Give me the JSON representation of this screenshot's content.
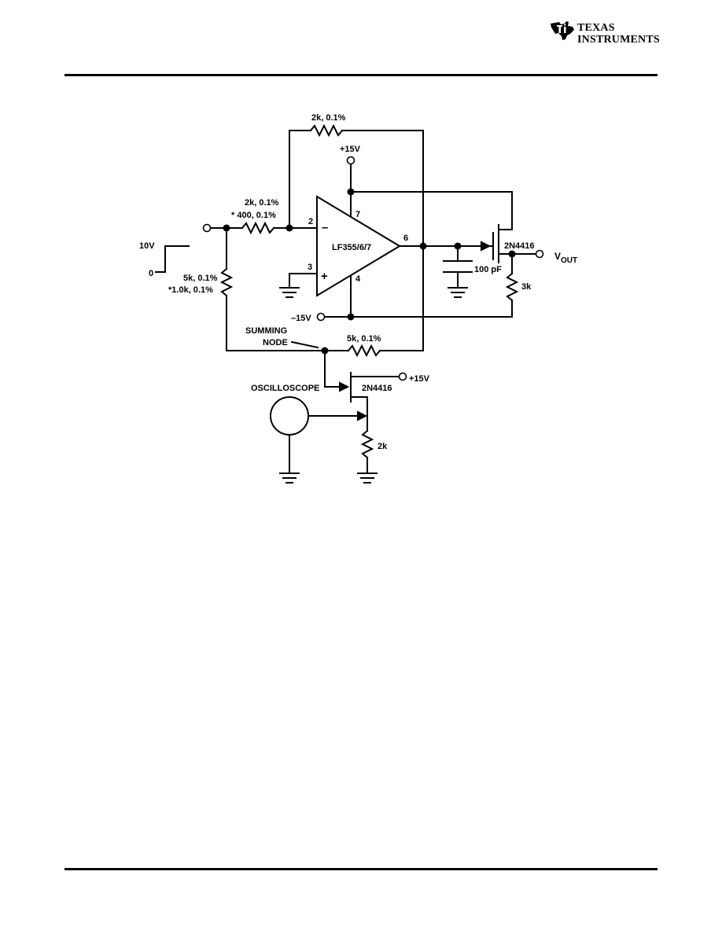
{
  "header": {
    "logo": {
      "line1": "Texas",
      "line2": "Instruments",
      "icon": "ti-state-logo-icon"
    }
  },
  "schematic": {
    "labels": {
      "feedback_resistor": "2k, 0.1%",
      "supply_pos_top": "+15V",
      "input_resistor_a": "2k, 0.1%",
      "input_resistor_b": "* 400, 0.1%",
      "pin2": "2",
      "minus": "–",
      "pin7": "7",
      "opamp": "LF355/6/7",
      "pin6": "6",
      "pin3": "3",
      "plus": "+",
      "pin4": "4",
      "jfet_output": "2N4416",
      "vout_v": "V",
      "vout_sub": "OUT",
      "cap": "100 pF",
      "r_3k": "3k",
      "step_high": "10V",
      "step_low": "0",
      "divider_a": "5k, 0.1%",
      "divider_b": "*1.0k, 0.1%",
      "supply_neg": "–15V",
      "summing_a": "SUMMING",
      "summing_b": "NODE",
      "sum_resistor": "5k, 0.1%",
      "jfet_probe": "2N4416",
      "supply_pos_bottom": "+15V",
      "scope": "OSCILLOSCOPE",
      "r_2k": "2k"
    }
  }
}
